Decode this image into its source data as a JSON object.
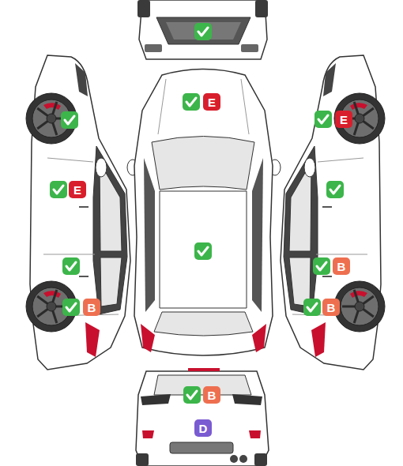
{
  "diagram": {
    "nodes": [
      {
        "text": [
          "E"
        ]
      },
      {
        "text": [
          "E"
        ]
      },
      {
        "text": [
          "E"
        ]
      },
      {
        "text": [
          "B"
        ]
      },
      {
        "text": [
          "B"
        ]
      },
      {
        "text": [
          "B"
        ]
      },
      {
        "text": [
          "B"
        ]
      },
      {
        "text": [
          "D"
        ]
      }
    ]
  }
}
